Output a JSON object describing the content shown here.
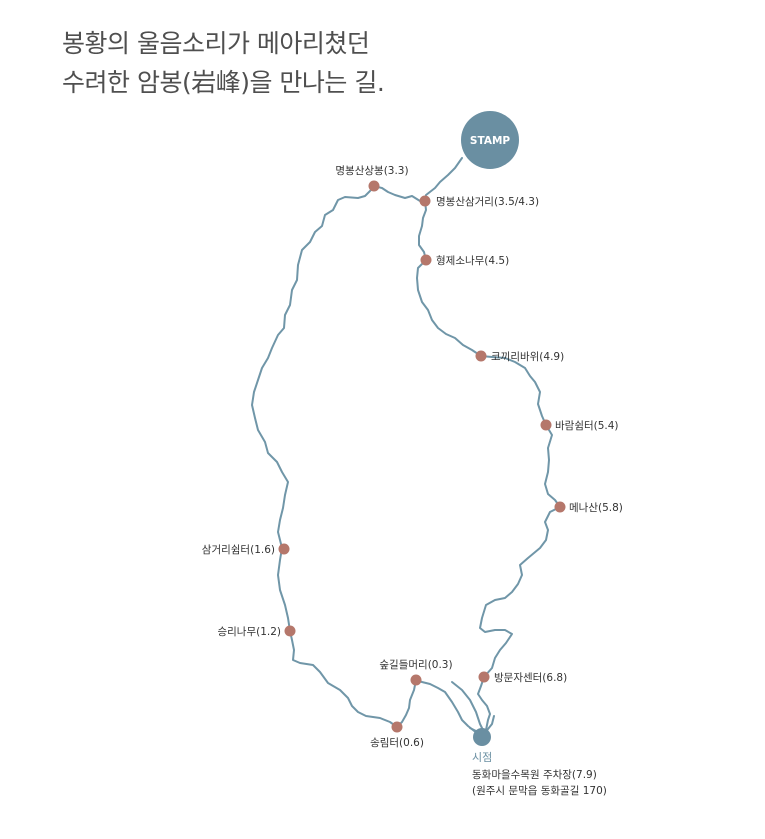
{
  "headline": {
    "line1": "봉황의 울음소리가 메아리쳤던",
    "line2": "수려한 암봉(岩峰)을 만나는 길."
  },
  "colors": {
    "trail": "#7096a8",
    "poi": "#b5776b",
    "stamp": "#6a8fa2",
    "start": "#6a8fa2"
  },
  "stamp": {
    "label": "STAMP"
  },
  "start": {
    "title": "시점",
    "place": "동화마을수목원 주차장(7.9)",
    "address": "(원주시 문막읍 동화골길 170)"
  },
  "points": [
    {
      "id": "myeongbong-peak",
      "label": "명봉산상봉(3.3)"
    },
    {
      "id": "myeongbong-junction",
      "label": "명봉산삼거리(3.5/4.3)"
    },
    {
      "id": "brother-pine",
      "label": "형제소나무(4.5)"
    },
    {
      "id": "elephant-rock",
      "label": "코끼리바위(4.9)"
    },
    {
      "id": "wind-shelter",
      "label": "바람쉼터(5.4)"
    },
    {
      "id": "menasan",
      "label": "메나산(5.8)"
    },
    {
      "id": "visitor-center",
      "label": "방문자센터(6.8)"
    },
    {
      "id": "forest-trailhead",
      "label": "숲길들머리(0.3)"
    },
    {
      "id": "songrimteo",
      "label": "송림터(0.6)"
    },
    {
      "id": "winner-tree",
      "label": "승리나무(1.2)"
    },
    {
      "id": "three-way-shelter",
      "label": "삼거리쉼터(1.6)"
    }
  ]
}
